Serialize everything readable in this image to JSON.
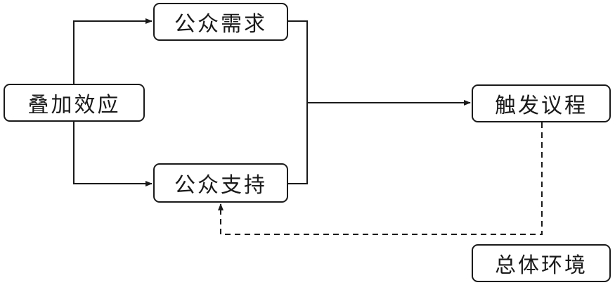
{
  "nodes": {
    "superposition": "叠加效应",
    "public_demand": "公众需求",
    "public_support": "公众支持",
    "trigger_agenda": "触发议程",
    "overall_environment": "总体环境"
  },
  "colors": {
    "line": "#1a1a1a",
    "background": "#ffffff"
  }
}
